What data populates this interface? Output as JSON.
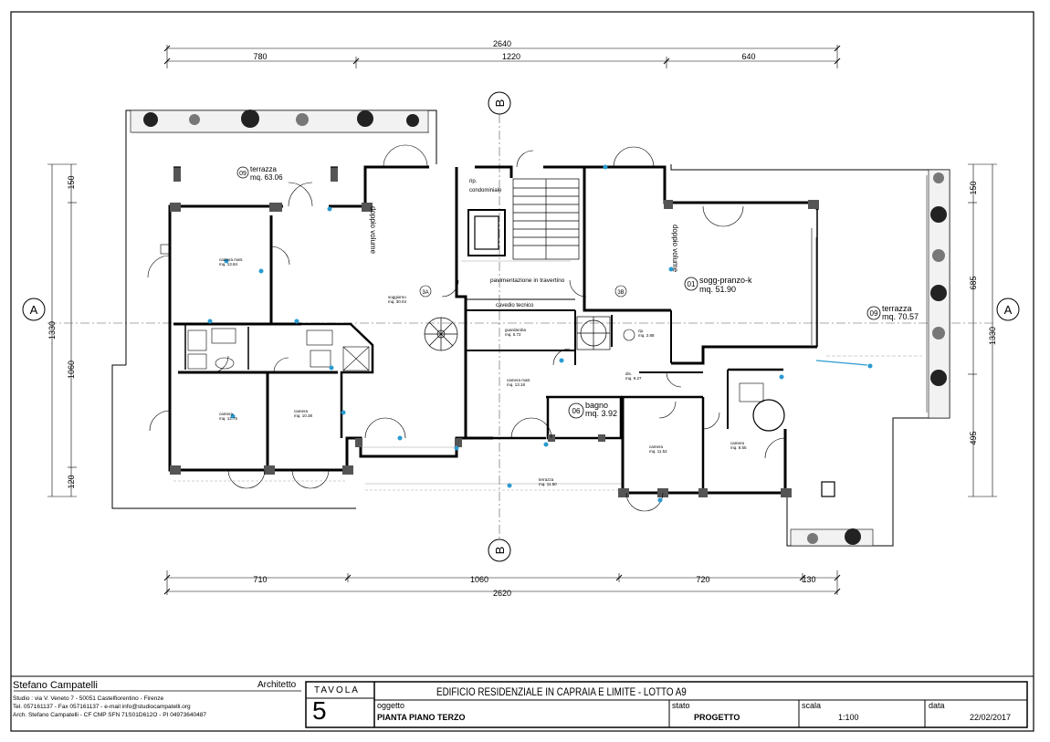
{
  "dimensions": {
    "top_total": "2640",
    "top_segments": [
      "780",
      "1220",
      "640"
    ],
    "bottom_total": "2620",
    "bottom_segments": [
      "710",
      "1060",
      "720",
      "130"
    ],
    "left_total": "1330",
    "left_segments": [
      "150",
      "1060",
      "120"
    ],
    "right_total": "1330",
    "right_segments": [
      "150",
      "685",
      "495"
    ]
  },
  "section_markers": {
    "a": "A",
    "b": "B"
  },
  "rooms": {
    "terrace_nw": {
      "num": "09",
      "name": "terrazza",
      "area": "mq. 63.06"
    },
    "living": {
      "num": "01",
      "name": "sogg-pranzo-k",
      "area": "mq. 51.90"
    },
    "terrace_e": {
      "num": "09",
      "name": "terrazza",
      "area": "mq. 70.57"
    },
    "bath": {
      "num": "06",
      "name": "bagno",
      "area": "mq. 3.92"
    },
    "camera_w": {
      "name": "camera matr.",
      "area": "mq. 13.84"
    },
    "camera_sw": {
      "name": "camera",
      "area": "mq. 12.75"
    },
    "camera_s": {
      "name": "camera",
      "area": "mq. 10.38"
    },
    "camera_c": {
      "name": "camera matr.",
      "area": "mq. 13.18"
    },
    "camera_se1": {
      "name": "camera",
      "area": "mq. 11.52"
    },
    "camera_se2": {
      "name": "camera",
      "area": "mq. 8.55"
    },
    "soggiorno_w": {
      "name": "soggiorno",
      "area": "mq. 30.04"
    },
    "guardaroba": {
      "name": "guardaroba",
      "area": "mq. 5.72"
    },
    "rip": {
      "name": "rip.",
      "area": "mq. 2.88"
    },
    "disimpegno": {
      "name": "dis.",
      "area": "mq. 9.27"
    },
    "terrazza_s": {
      "name": "terrazza",
      "area": "mq. 11.50"
    }
  },
  "labels": {
    "doppio_volume": "doppio volume",
    "rip_condominiale_1": "rip.",
    "rip_condominiale_2": "condominiale",
    "pavimentazione": "pavimentazione in travertino",
    "cavedio": "cavedio tecnico",
    "apt_3a": "3A",
    "apt_3b": "3B"
  },
  "title_block": {
    "architect_name": "Stefano Campatelli",
    "architect_role": "Architetto",
    "studio_line1": "Studio : via V. Veneto 7 - 50051 Castelfiorentino - Firenze",
    "studio_line2": "Tel. 057161137 - Fax 057161137 - e-mail  info@studiocampatelli.org",
    "studio_line3": "Arch. Stefano Campatelli - CF  CMP SFN 71S01D612O - PI  04973640487",
    "tavola_label": "TAVOLA",
    "tavola_number": "5",
    "project_title": "EDIFICIO RESIDENZIALE IN CAPRAIA E LIMITE - LOTTO A9",
    "oggetto_label": "oggetto",
    "oggetto_value": "PIANTA PIANO TERZO",
    "stato_label": "stato",
    "stato_value": "PROGETTO",
    "scala_label": "scala",
    "scala_value": "1:100",
    "data_label": "data",
    "data_value": "22/02/2017"
  }
}
